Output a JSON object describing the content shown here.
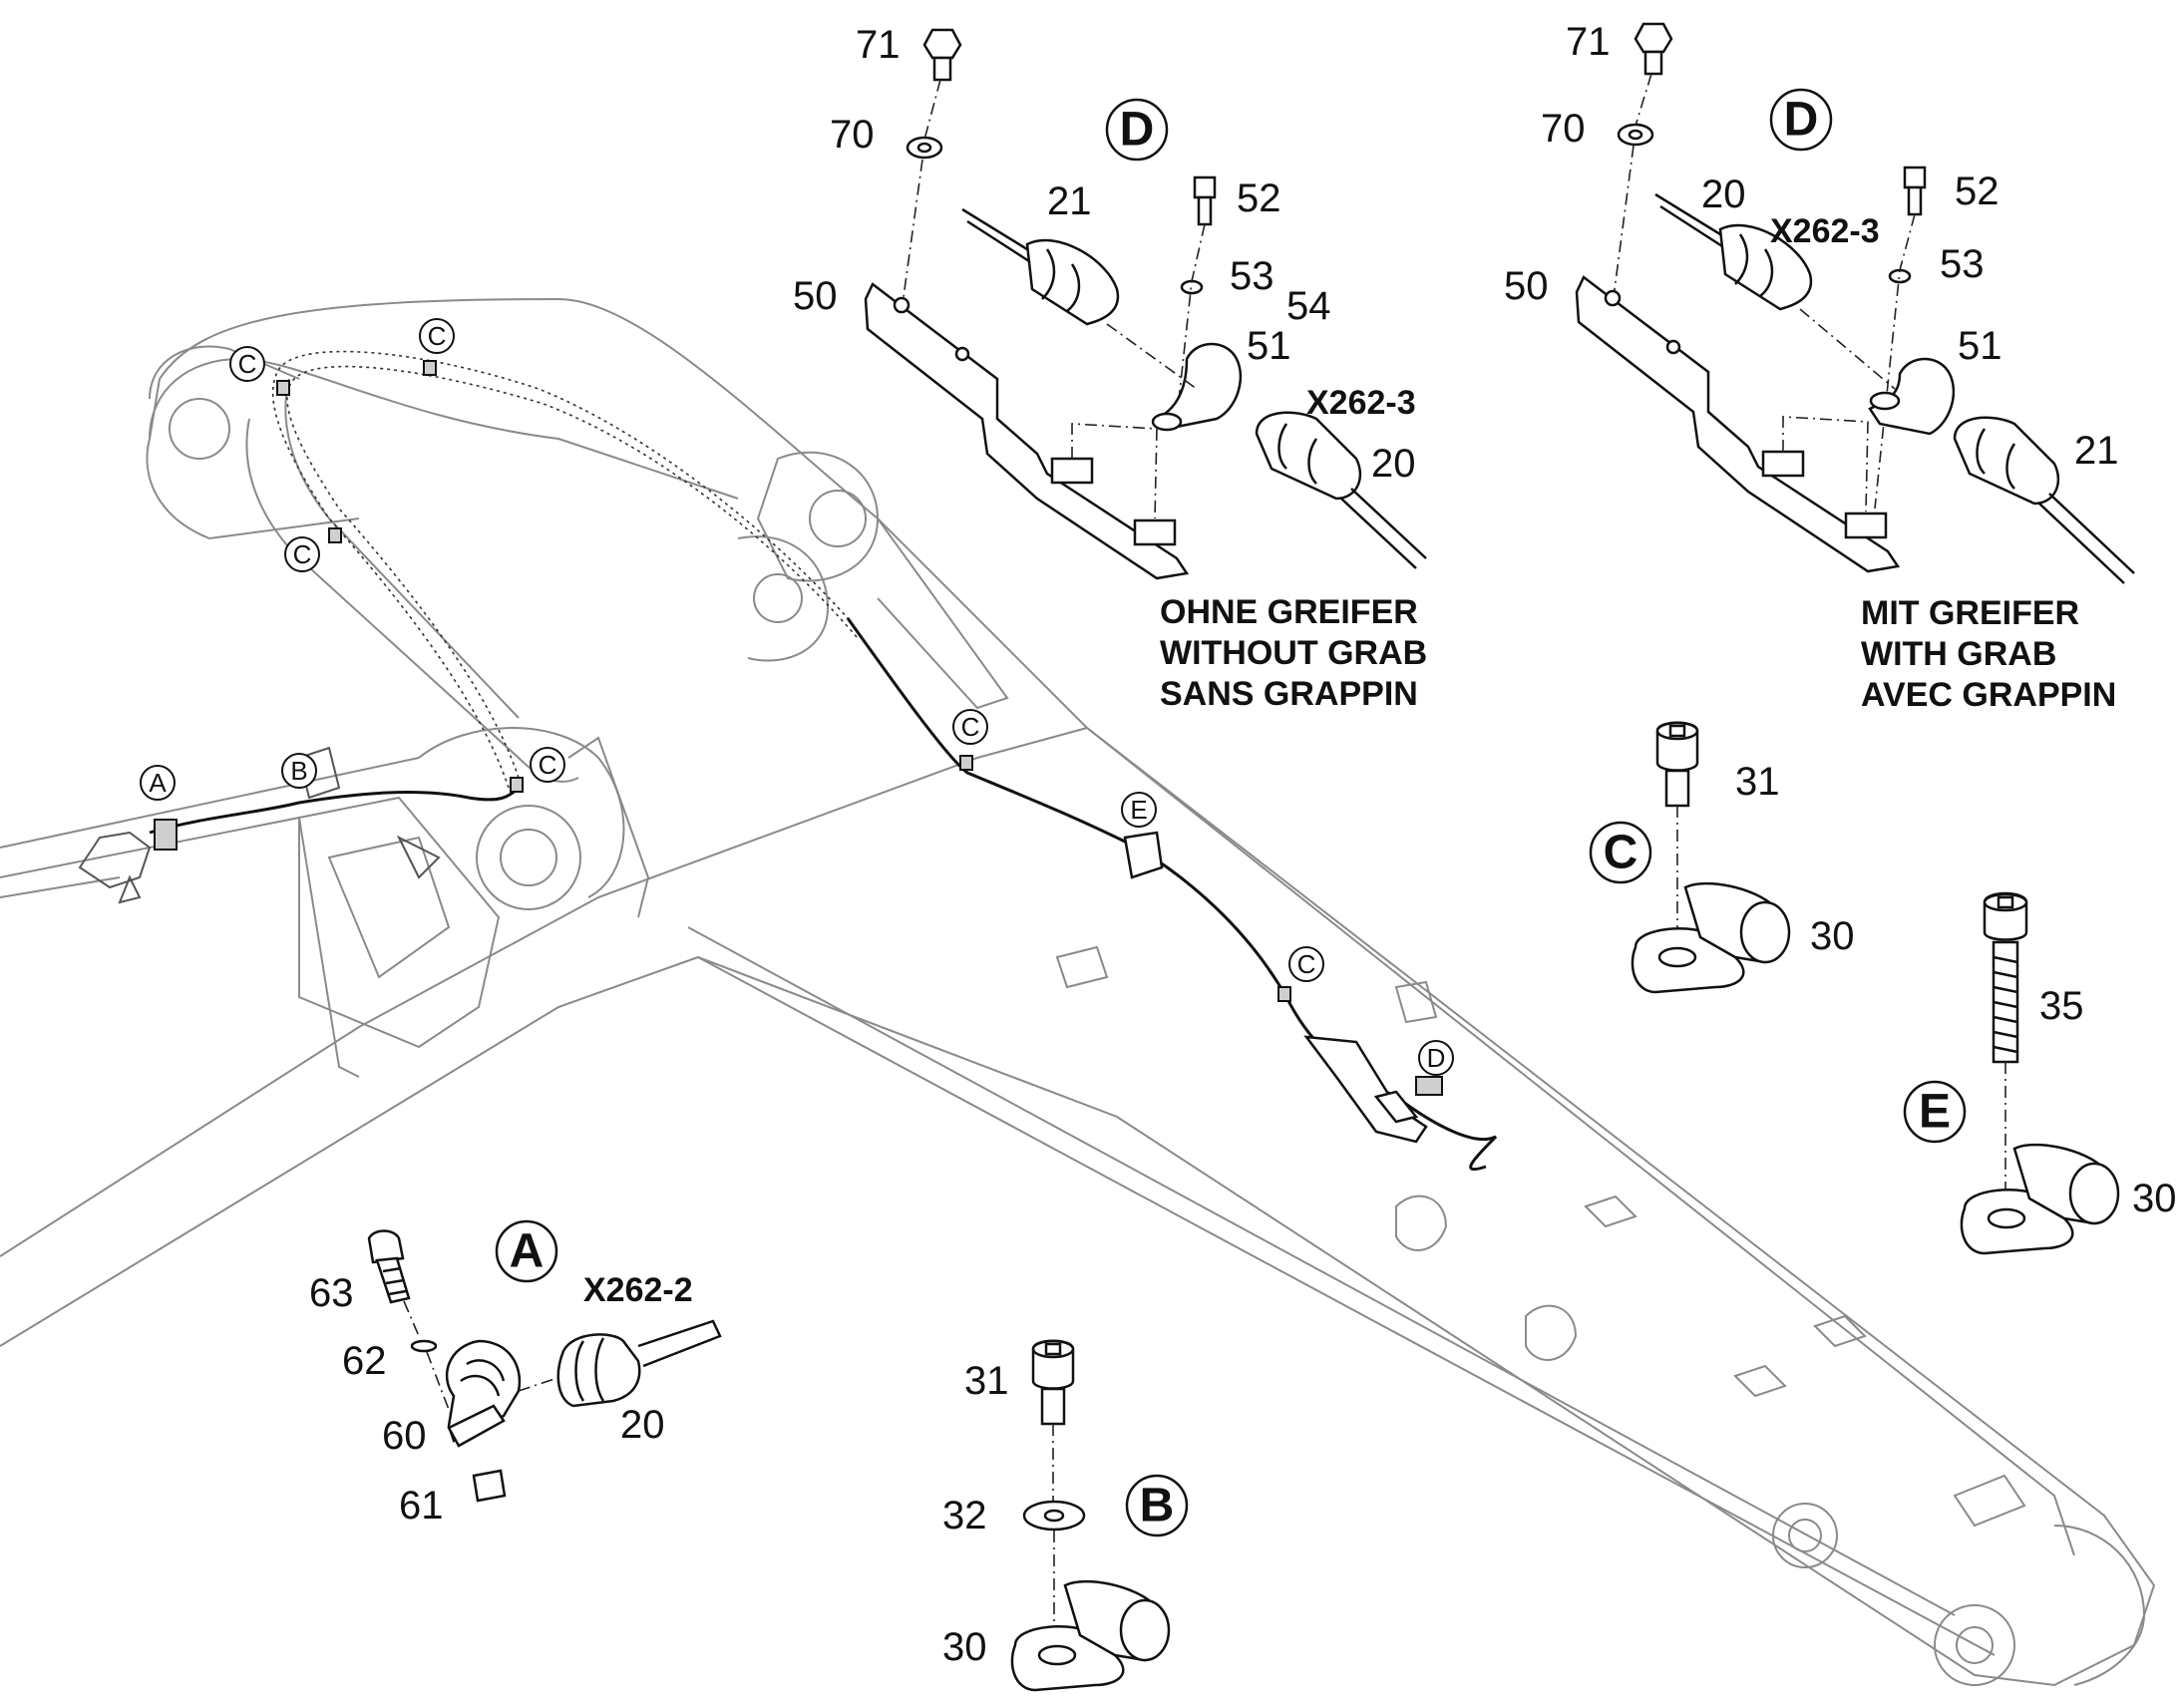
{
  "detail_views": {
    "A": {
      "letter": "A",
      "connector": "X262-2",
      "items": [
        "63",
        "62",
        "60",
        "61",
        "20"
      ]
    },
    "B": {
      "letter": "B",
      "items": [
        "31",
        "32",
        "30"
      ]
    },
    "C": {
      "letter": "C",
      "items": [
        "31",
        "30"
      ]
    },
    "E": {
      "letter": "E",
      "items": [
        "35",
        "30"
      ]
    },
    "D_without_grab": {
      "letter": "D",
      "connector": "X262-3",
      "items": [
        "71",
        "70",
        "50",
        "21",
        "52",
        "53",
        "54",
        "51",
        "20"
      ],
      "caption": [
        "OHNE GREIFER",
        "WITHOUT GRAB",
        "SANS GRAPPIN"
      ]
    },
    "D_with_grab": {
      "letter": "D",
      "connector": "X262-3",
      "items": [
        "71",
        "70",
        "50",
        "20",
        "52",
        "53",
        "51",
        "21"
      ],
      "caption": [
        "MIT GREIFER",
        "WITH GRAB",
        "AVEC GRAPPIN"
      ]
    }
  },
  "boom_markers": [
    "A",
    "B",
    "C",
    "C",
    "C",
    "C",
    "C",
    "E",
    "C",
    "D"
  ]
}
